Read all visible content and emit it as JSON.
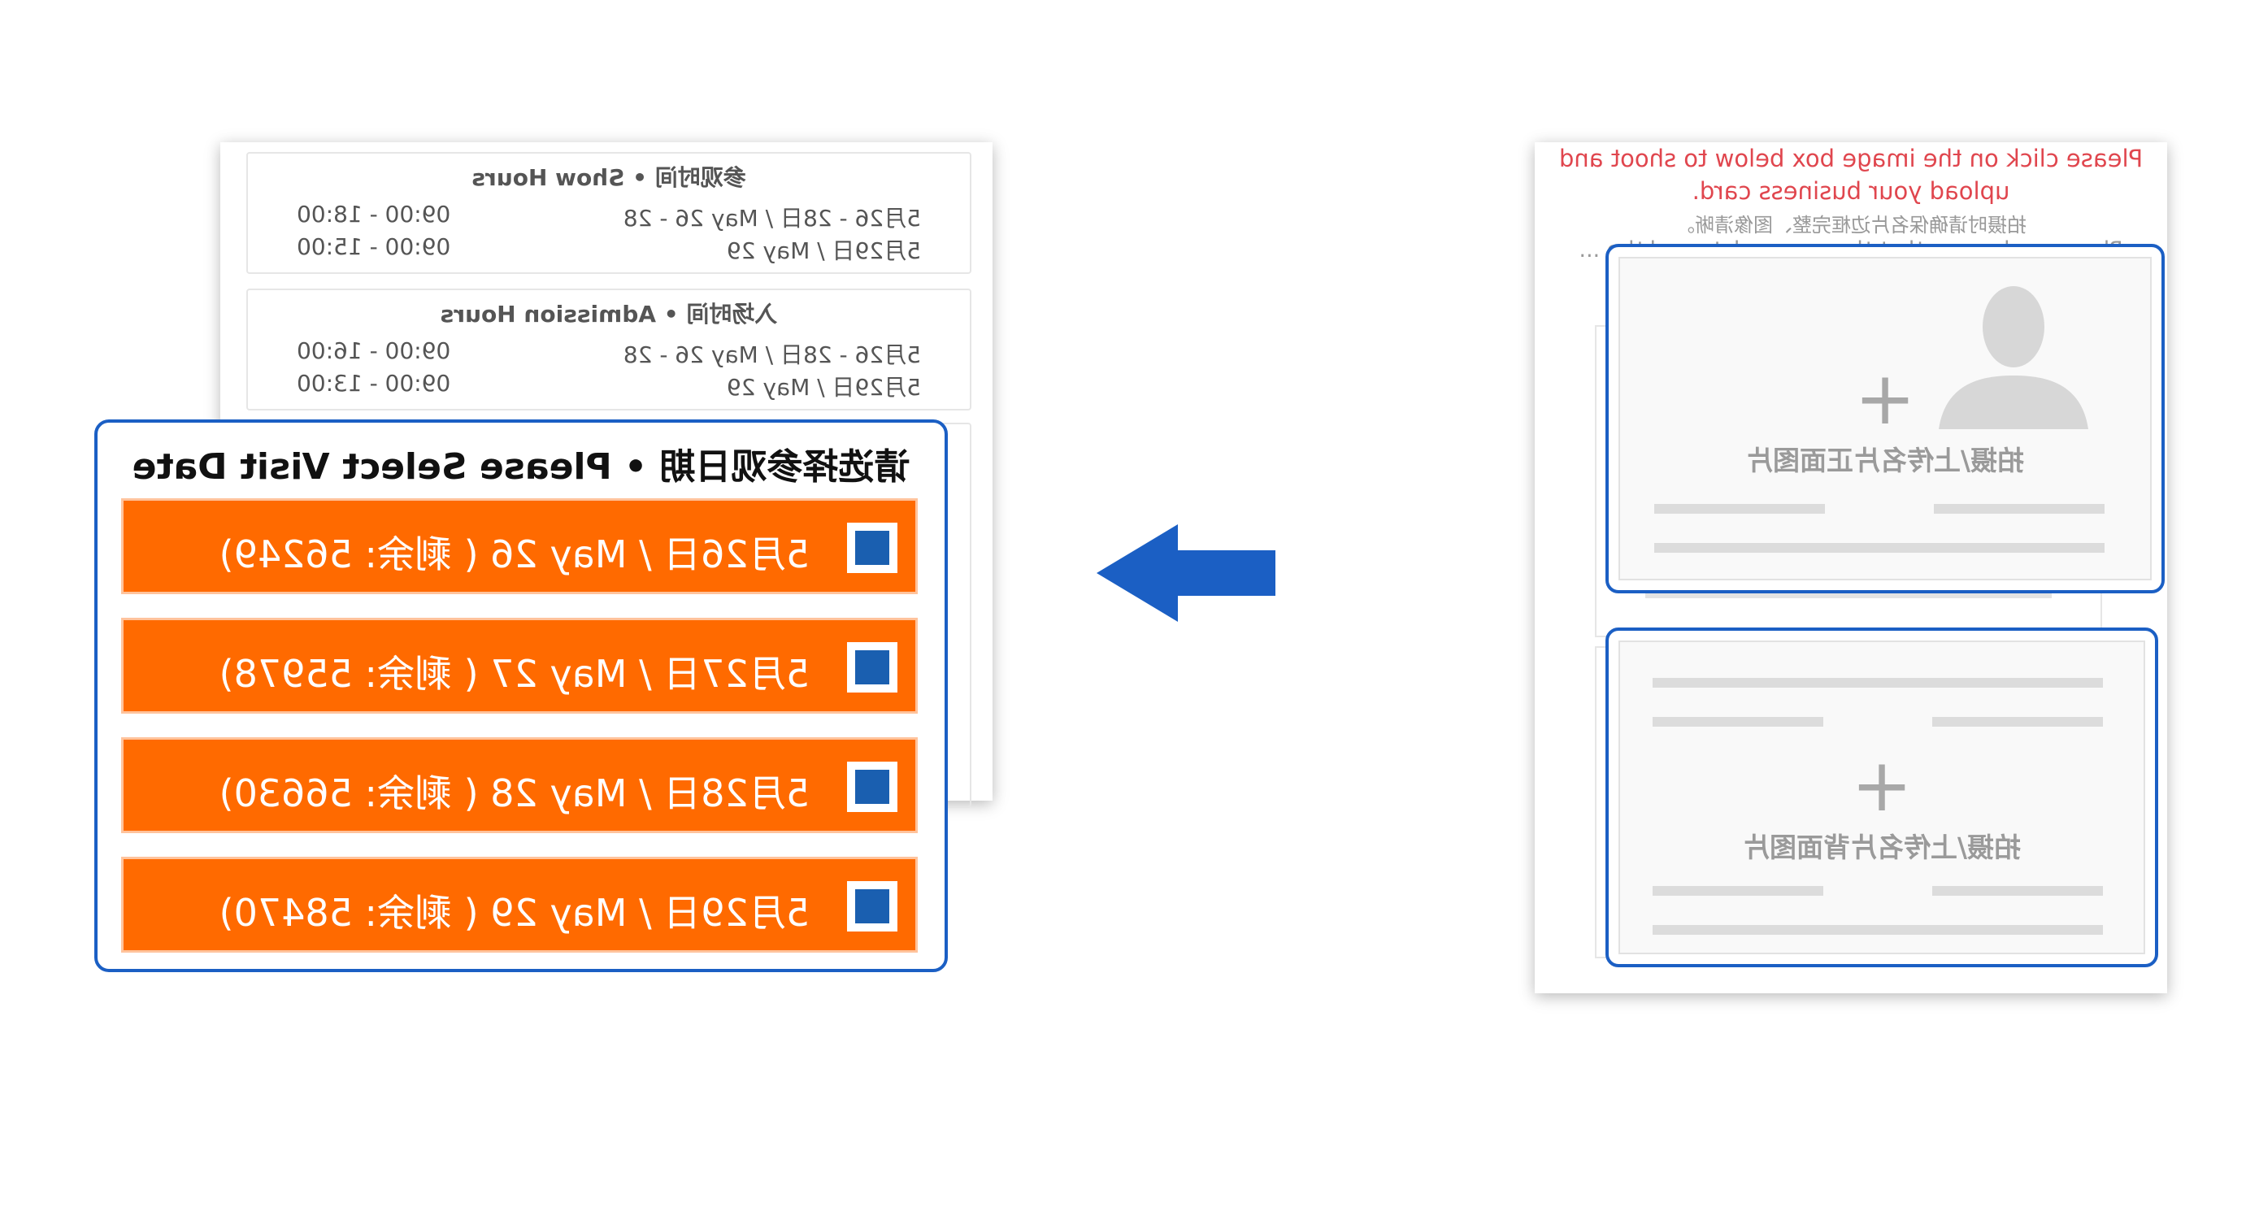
{
  "show_hours": {
    "title": "参观时间 • Show Hours",
    "rows": [
      {
        "date": "5月26 - 28日 / May 26 - 28",
        "time": "09:00 - 18:00"
      },
      {
        "date": "5月29日 / May 29",
        "time": "09:00 - 15:00"
      }
    ]
  },
  "admission_hours": {
    "title": "入场时间 • Admission Hours",
    "rows": [
      {
        "date": "5月26 - 28日 / May 26 - 28",
        "time": "09:00 - 16:00"
      },
      {
        "date": "5月29日 / May 29",
        "time": "09:00 - 13:00"
      }
    ]
  },
  "visit_date": {
    "title": "请选择参观日期 • Please Select Visit Date",
    "options": [
      {
        "label": "5月26日 / May 26 ( 剩余: 56249)"
      },
      {
        "label": "5月27日 / May 27 ( 剩余: 55978)"
      },
      {
        "label": "5月28日 / May 28 ( 剩余: 56630)"
      },
      {
        "label": "5月29日 / May 29 ( 剩余: 58470)"
      }
    ]
  },
  "business_card": {
    "instruction_red": "Please click on the image box below to shoot and upload your business card.",
    "instruction_cn": "拍摄时请确保名片边框完整、图像清晰。",
    "instruction_en": "Please make sure that the ... complete and the ...",
    "front_label": "拍摄/上传名片正面图片",
    "back_label": "拍摄/上传名片背面图片",
    "bg_label": "拍摄",
    "plus": "+"
  },
  "colors": {
    "accent_blue": "#1b5fc4",
    "option_orange": "#ff6a00",
    "checkbox_blue": "#1a5fb0",
    "instruction_red": "#e0464e"
  },
  "icons": [
    "arrow-icon",
    "avatar-icon",
    "plus-icon",
    "checkbox-icon"
  ]
}
